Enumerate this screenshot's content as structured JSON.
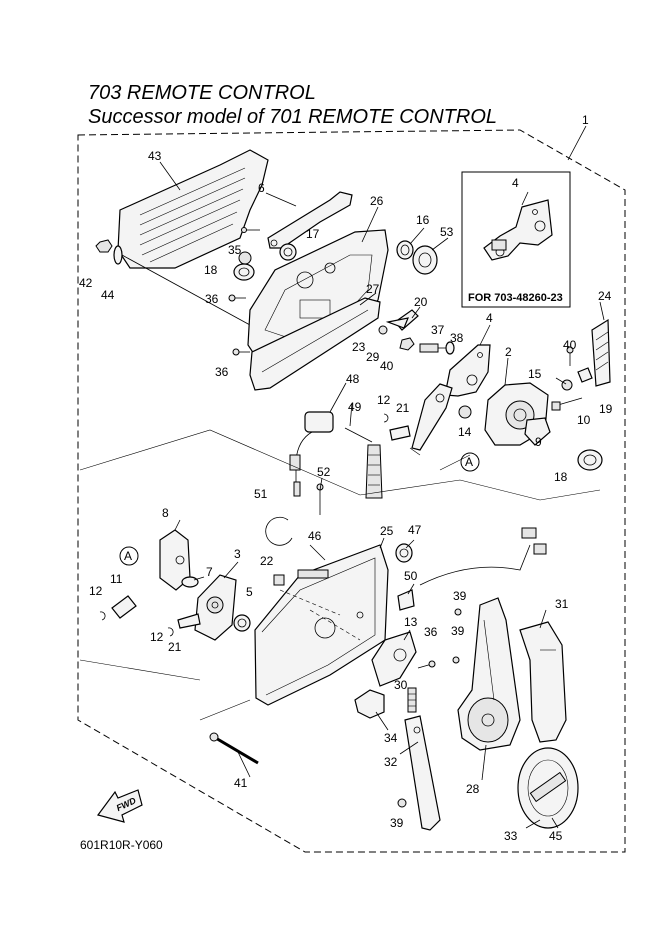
{
  "title_line1": "703 REMOTE CONTROL",
  "title_line2": "Successor model of 701 REMOTE CONTROL",
  "inset_label": "FOR 703-48260-23",
  "fwd_label": "FWD",
  "diagram_code": "601R10R-Y060",
  "callouts": {
    "c1": "1",
    "c2": "2",
    "c3": "3",
    "c4a": "4",
    "c4b": "4",
    "c5": "5",
    "c6": "6",
    "c7": "7",
    "c8": "8",
    "c9": "9",
    "c10": "10",
    "c11": "11",
    "c12a": "12",
    "c12b": "12",
    "c12c": "12",
    "c13": "13",
    "c14": "14",
    "c15": "15",
    "c16": "16",
    "c17": "17",
    "c18a": "18",
    "c18b": "18",
    "c19": "19",
    "c20": "20",
    "c21a": "21",
    "c21b": "21",
    "c22": "22",
    "c23": "23",
    "c24": "24",
    "c25": "25",
    "c26": "26",
    "c27": "27",
    "c28": "28",
    "c29": "29",
    "c30": "30",
    "c31": "31",
    "c32": "32",
    "c33": "33",
    "c34": "34",
    "c35": "35",
    "c36a": "36",
    "c36b": "36",
    "c36c": "36",
    "c37": "37",
    "c38": "38",
    "c39a": "39",
    "c39b": "39",
    "c39c": "39",
    "c40a": "40",
    "c40b": "40",
    "c41": "41",
    "c42": "42",
    "c43": "43",
    "c44": "44",
    "c45": "45",
    "c46": "46",
    "c47": "47",
    "c48": "48",
    "c49": "49",
    "c50": "50",
    "c51": "51",
    "c52": "52",
    "c53": "53",
    "refA1": "A",
    "refA2": "A"
  }
}
